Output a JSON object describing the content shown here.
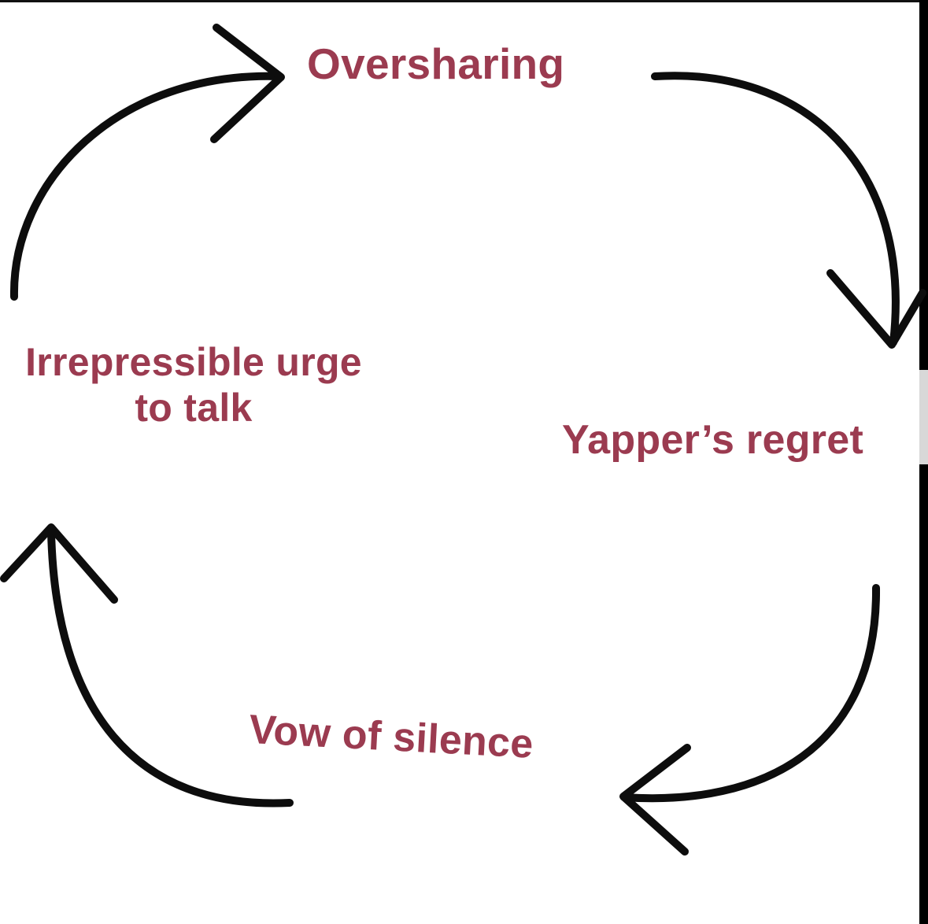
{
  "colors": {
    "label": "#9b3b50",
    "arrow": "#0d0d0d",
    "background": "#ffffff"
  },
  "cycle": {
    "stages": [
      {
        "id": "oversharing",
        "label": "Oversharing"
      },
      {
        "id": "yappers-regret",
        "label": "Yapper’s regret"
      },
      {
        "id": "vow-of-silence",
        "label": "Vow of silence"
      },
      {
        "id": "irrepressible-urge",
        "label_line1": "Irrepressible urge",
        "label_line2": "to talk"
      }
    ]
  }
}
